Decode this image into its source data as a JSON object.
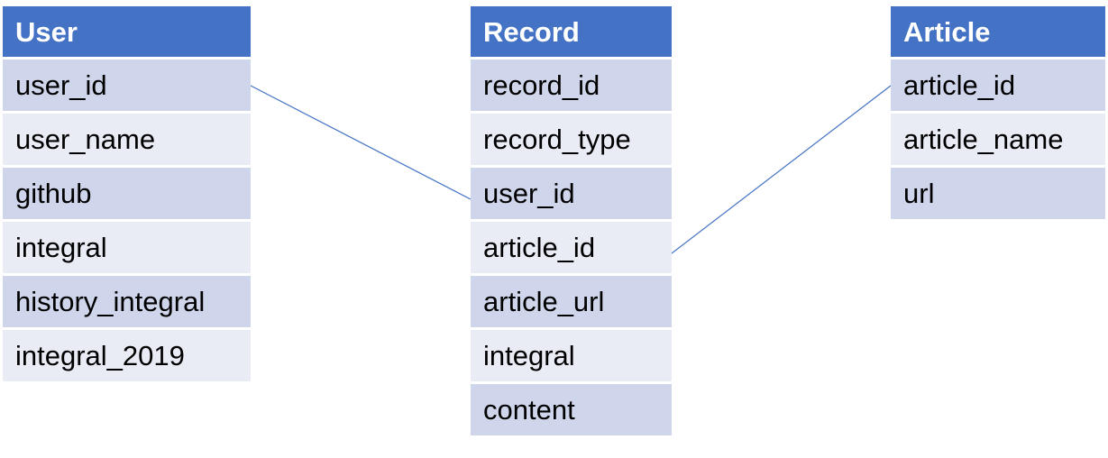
{
  "tables": {
    "user": {
      "title": "User",
      "fields": [
        "user_id",
        "user_name",
        "github",
        "integral",
        "history_integral",
        "integral_2019"
      ]
    },
    "record": {
      "title": "Record",
      "fields": [
        "record_id",
        "record_type",
        "user_id",
        "article_id",
        "article_url",
        "integral",
        "content"
      ]
    },
    "article": {
      "title": "Article",
      "fields": [
        "article_id",
        "article_name",
        "url"
      ]
    }
  },
  "relations": [
    {
      "from": "User.user_id",
      "to": "Record.user_id"
    },
    {
      "from": "Record.article_id",
      "to": "Article.article_id"
    }
  ],
  "colors": {
    "header": "#4472C4",
    "row_dark": "#CFD5EA",
    "row_light": "#E9EBF5",
    "relation_line": "#4472C4"
  }
}
